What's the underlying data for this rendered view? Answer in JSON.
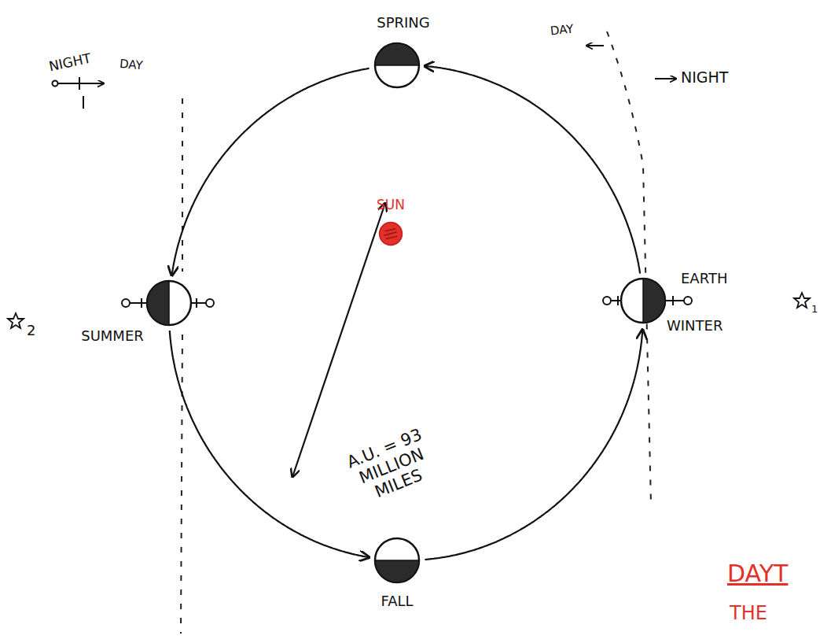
{
  "diagram": {
    "nodes": [
      {
        "text": [
          "SPRING"
        ]
      },
      {
        "text": [
          "SUN"
        ]
      },
      {
        "text": [
          "SUMMER"
        ]
      },
      {
        "text": [
          "EARTH",
          "WINTER"
        ]
      },
      {
        "text": [
          "FALL"
        ]
      }
    ],
    "edges": [
      {
        "from": 0,
        "to": 2,
        "arrow": "to"
      },
      {
        "from": 2,
        "to": 4,
        "arrow": "to"
      },
      {
        "from": 4,
        "to": 3,
        "arrow": "to"
      },
      {
        "from": 3,
        "to": 0,
        "arrow": "to"
      }
    ],
    "labels": [
      "NIGHT",
      "DAY",
      "DAY",
      "NIGHT",
      "A.U. = 93 MILLION MILES",
      "2",
      "1",
      "DAYT",
      "THE"
    ]
  }
}
